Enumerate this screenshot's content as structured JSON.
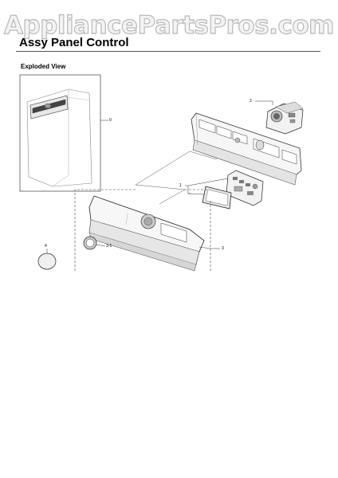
{
  "watermark": "AppliancePartsPros.com",
  "title": "Assy Panel Control",
  "subtitle": "Exploded View",
  "callouts": {
    "c0": "0",
    "c1": "1",
    "c2": "2",
    "c3": "3",
    "c31": "3-1",
    "c4": "4"
  }
}
